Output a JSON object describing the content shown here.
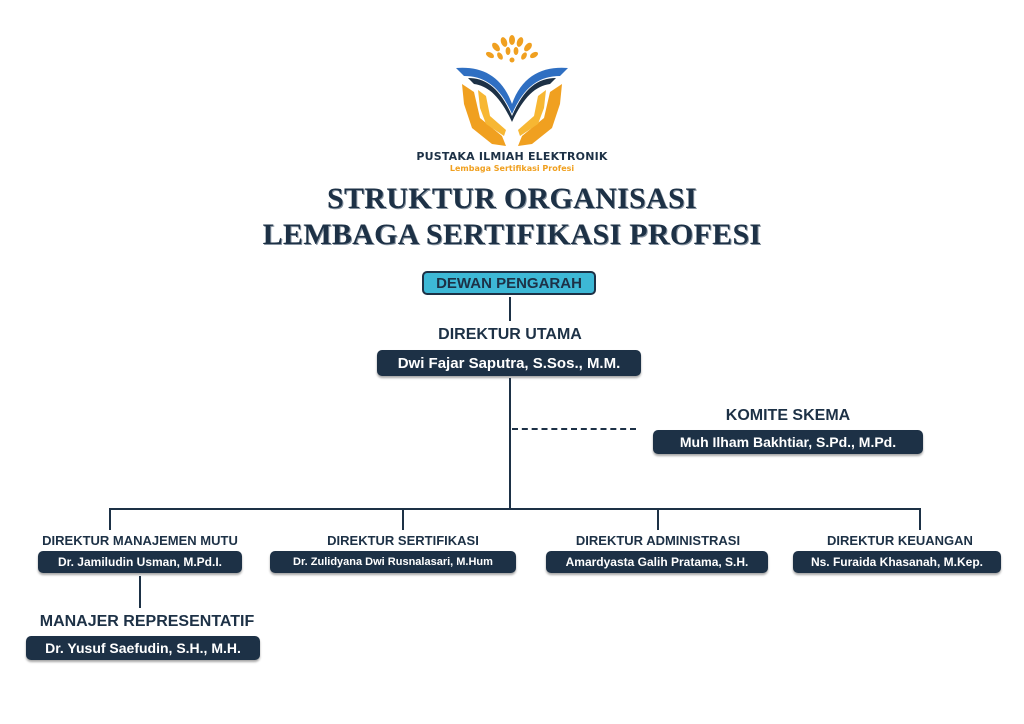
{
  "header": {
    "org_name": "PUSTAKA ILMIAH ELEKTRONIK",
    "org_subtitle": "Lembaga Sertifikasi Profesi",
    "title_line1": "STRUKTUR ORGANISASI",
    "title_line2": "LEMBAGA SERTIFIKASI PROFESI"
  },
  "board": {
    "label": "DEWAN PENGARAH"
  },
  "director_main": {
    "role": "DIREKTUR UTAMA",
    "name": "Dwi Fajar Saputra, S.Sos., M.M."
  },
  "committee": {
    "role": "KOMITE SKEMA",
    "name": "Muh Ilham Bakhtiar, S.Pd., M.Pd."
  },
  "directors": [
    {
      "role": "DIREKTUR MANAJEMEN MUTU",
      "name": "Dr. Jamiludin Usman, M.Pd.I."
    },
    {
      "role": "DIREKTUR SERTIFIKASI",
      "name": "Dr. Zulidyana Dwi Rusnalasari, M.Hum"
    },
    {
      "role": "DIREKTUR ADMINISTRASI",
      "name": "Amardyasta Galih Pratama, S.H."
    },
    {
      "role": "DIREKTUR KEUANGAN",
      "name": "Ns. Furaida Khasanah, M.Kep."
    }
  ],
  "representative": {
    "role": "MANAJER REPRESENTATIF",
    "name": "Dr. Yusuf Saefudin, S.H., M.H."
  },
  "colors": {
    "navy": "#1d3146",
    "cyan": "#3db8d6",
    "orange": "#f0a020",
    "blue": "#2f6fc2"
  },
  "icons": {
    "logo": "open-book-hands-logo"
  }
}
